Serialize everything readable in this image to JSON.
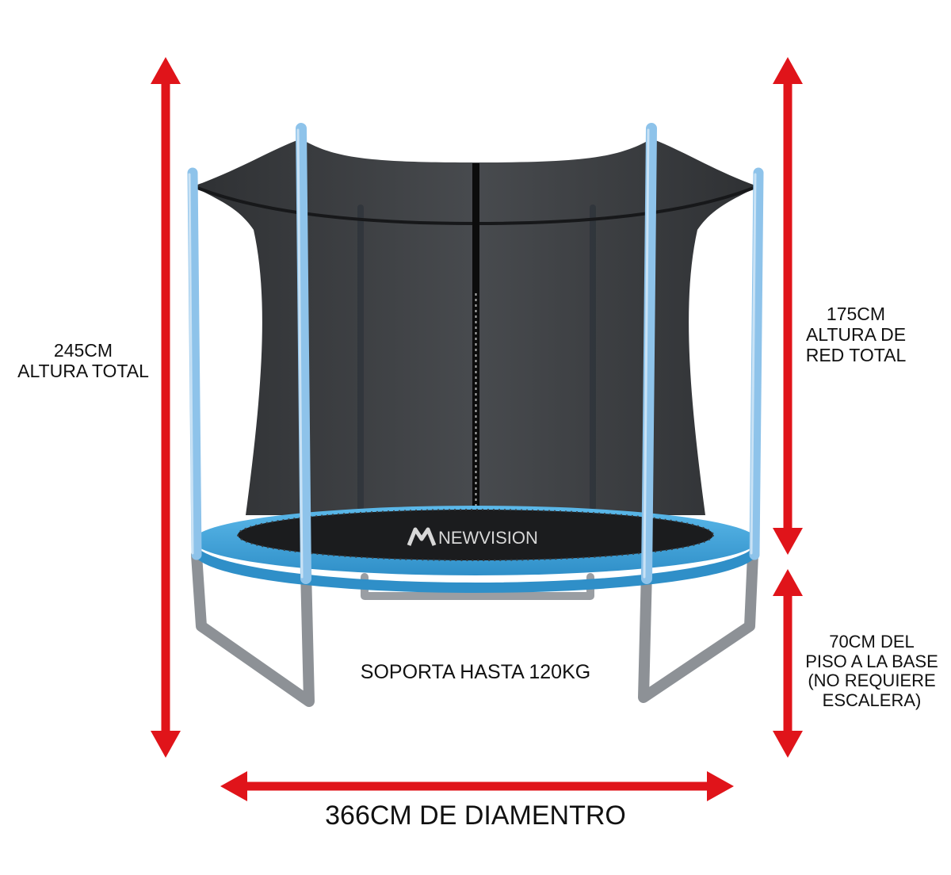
{
  "colors": {
    "arrow": "#e0141a",
    "pad": "#3fa6dc",
    "pole": "#8ec3ea",
    "net": "#2b2d30",
    "frame": "#9a9ea3",
    "text": "#111111"
  },
  "brand": {
    "logo_text": "NEWVISION"
  },
  "labels": {
    "total_height": [
      "245CM",
      "ALTURA TOTAL"
    ],
    "net_height": [
      "175CM",
      "ALTURA DE",
      "RED TOTAL"
    ],
    "base_height": [
      "70CM DEL",
      "PISO A LA BASE",
      "(NO REQUIERE",
      "ESCALERA)"
    ],
    "capacity": "SOPORTA HASTA 120KG",
    "diameter": "366CM DE DIAMENTRO"
  },
  "icons": {
    "arrow": "double-headed-arrow-icon",
    "logo": "newvision-logo"
  }
}
